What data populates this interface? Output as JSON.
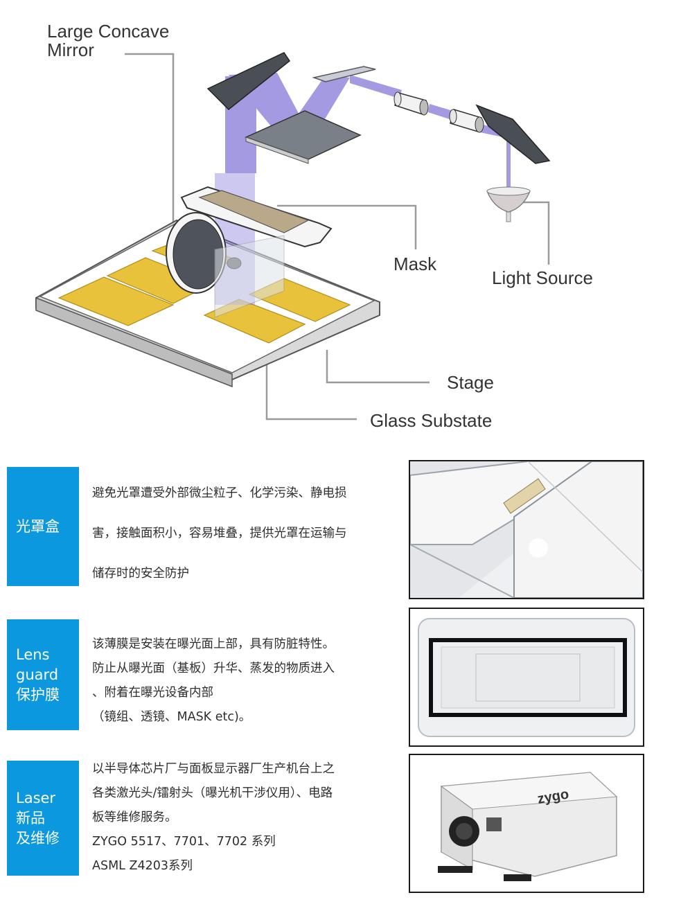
{
  "diagram": {
    "labels": {
      "mirror_line1": "Large Concave",
      "mirror_line2": "Mirror",
      "mask": "Mask",
      "light_source": "Light Source",
      "stage": "Stage",
      "glass_substrate": "Glass Substate"
    },
    "colors": {
      "beam": "#7b6fd6",
      "panel": "#e8c23a",
      "mirror": "#4a4e55"
    }
  },
  "products": [
    {
      "tag": [
        "光罩盒"
      ],
      "lines": [
        "避免光罩遭受外部微尘粒子、化学污染、静电损",
        "害，接触面积小，容易堆叠，提供光罩在运输与",
        "储存时的安全防护"
      ]
    },
    {
      "tag": [
        "Lens",
        "guard",
        "保护膜"
      ],
      "lines": [
        "该薄膜是安装在曝光面上部，具有防脏特性。",
        "防止从曝光面（基板）升华、蒸发的物质进入",
        "、附着在曝光设备内部",
        "（镜组、透镜、MASK etc)。"
      ]
    },
    {
      "tag": [
        "Laser",
        "新品",
        "及维修"
      ],
      "lines": [
        "以半导体芯片厂与面板显示器厂生产机台上之",
        "各类激光头/镭射头（曝光机干涉仪用）、电路",
        "板等维修服务。",
        "ZYGO 5517、7701、7702 系列",
        "ASML Z4203系列"
      ],
      "device_logo": "zygo"
    }
  ],
  "accent_color": "#0b98de"
}
